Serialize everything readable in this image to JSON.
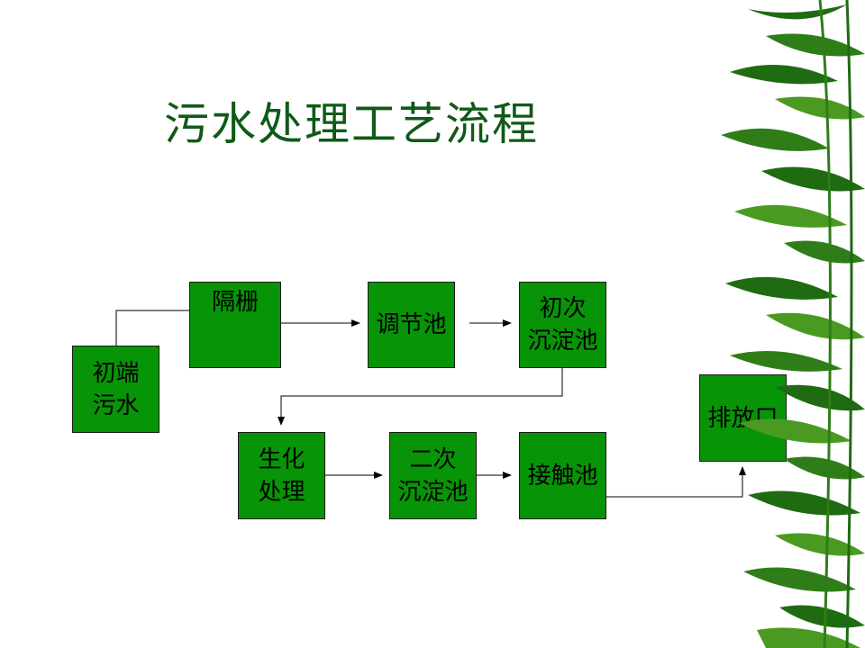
{
  "title": "污水处理工艺流程",
  "nodes": {
    "raw_sewage": [
      "初端",
      "污水"
    ],
    "screen": [
      "隔栅"
    ],
    "equalization_tank": [
      "调节池"
    ],
    "primary_sedimentation": [
      "初次",
      "沉淀池"
    ],
    "biological_treatment": [
      "生化",
      "处理"
    ],
    "secondary_sedimentation": [
      "二次",
      "沉淀池"
    ],
    "contact_tank": [
      "接触池"
    ],
    "outlet": [
      "排放口"
    ]
  },
  "colors": {
    "box_fill": "#079407",
    "title": "#0f5a18",
    "line": "#000000",
    "bamboo_dark": "#1f6b12",
    "bamboo_light": "#4a9a22"
  },
  "decoration": "bamboo-leaves"
}
